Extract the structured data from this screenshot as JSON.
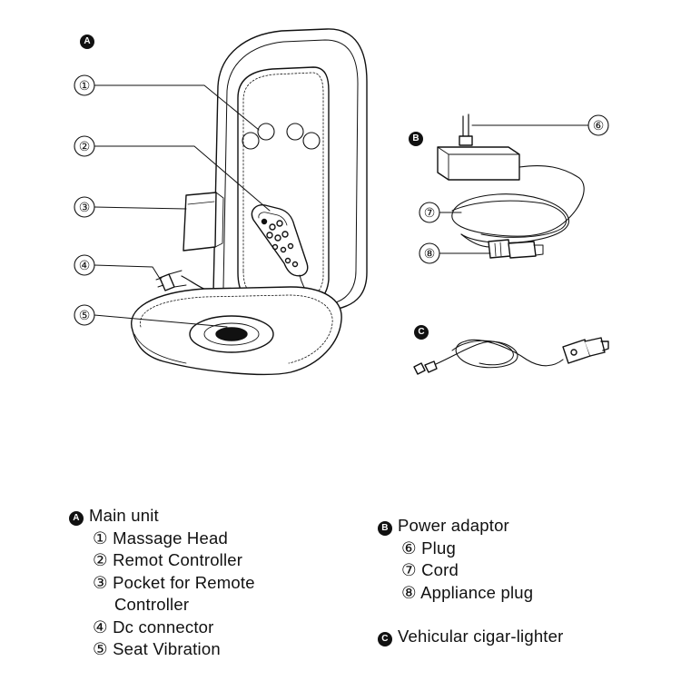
{
  "sections": {
    "a": {
      "badge": "A"
    },
    "b": {
      "badge": "B"
    },
    "c": {
      "badge": "C"
    }
  },
  "callouts": [
    "①",
    "②",
    "③",
    "④",
    "⑤",
    "⑥",
    "⑦",
    "⑧"
  ],
  "legend": {
    "a": {
      "badge": "A",
      "title": "Main unit",
      "items": [
        "① Massage Head",
        "② Remot Controller",
        "③ Pocket for Remote",
        "Controller",
        "④ Dc connector",
        "⑤ Seat Vibration"
      ]
    },
    "b": {
      "badge": "B",
      "title": "Power adaptor",
      "items": [
        "⑥ Plug",
        "⑦ Cord",
        "⑧ Appliance plug"
      ]
    },
    "c": {
      "badge": "C",
      "title": "Vehicular cigar-lighter"
    }
  }
}
